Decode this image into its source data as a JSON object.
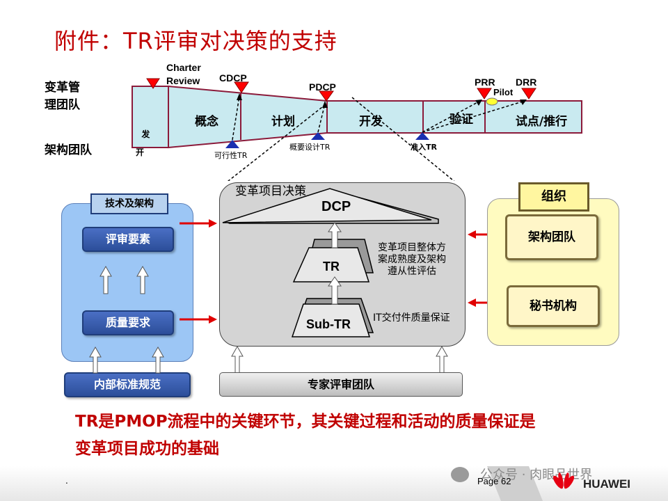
{
  "title": "附件：TR评审对决策的支持",
  "left_labels": {
    "mgmt_team": "变革管\n理团队",
    "arch_team": "架构团队"
  },
  "milestones": {
    "charter": "Charter\nReview",
    "cdcp": "CDCP",
    "pdcp": "PDCP",
    "prr": "PRR",
    "drr": "DRR",
    "pilot": "Pilot"
  },
  "phases": {
    "start": "发\n开",
    "concept": "概念",
    "plan": "计划",
    "develop": "开发",
    "verify": "验证",
    "pilot_rollout": "试点/推行"
  },
  "tr_points": {
    "feasibility": "可行性TR",
    "outline_design": "概要设计TR",
    "entry": "准入TR"
  },
  "left_panel": {
    "header": "技术及架构",
    "review_elements": "评审要素",
    "quality_req": "质量要求",
    "internal_std": "内部标准规范"
  },
  "center_panel": {
    "header": "变革项目决策",
    "dcp": "DCP",
    "tr": "TR",
    "subtr": "Sub-TR",
    "tr_note": "变革项目整体方\n案成熟度及架构\n遵从性评估",
    "subtr_note": "IT交付件质量保证",
    "expert_team": "专家评审团队"
  },
  "right_panel": {
    "header": "组织",
    "arch_team": "架构团队",
    "secretary": "秘书机构"
  },
  "bottom_text": {
    "line1": "TR是PMOP流程中的关键环节，其关键过程和活动的质量保证是",
    "line2": "变革项目成功的基础"
  },
  "footer": {
    "dot": ".",
    "page": "Page 62",
    "watermark": "公众号 · 肉眼品世界",
    "brand": "HUAWEI"
  },
  "colors": {
    "title_red": "#c00000",
    "phase_fill": "#c9eaf0",
    "phase_border": "#8b1a3a",
    "blue_panel": "#9cc6f5",
    "yellow_panel": "#fffbc0",
    "gray_panel": "#d4d4d4",
    "arrow_red": "#e00000",
    "marker_red": "#ff0000",
    "marker_blue": "#1a2fb0"
  }
}
